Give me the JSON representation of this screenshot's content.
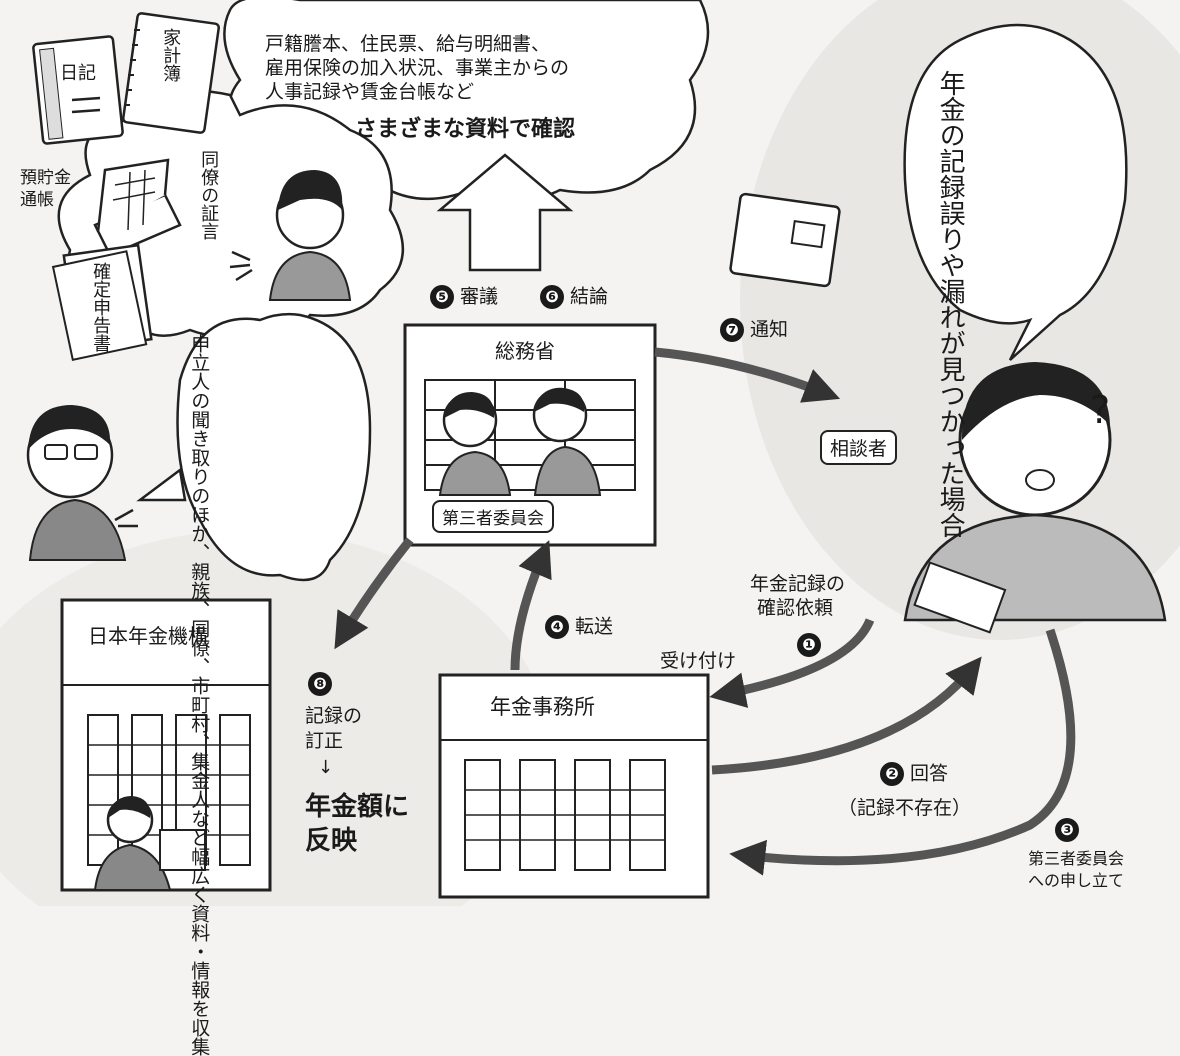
{
  "cloud_sources": {
    "line1": "戸籍謄本、住民票、給与明細書、",
    "line2": "雇用保険の加入状況、事業主からの",
    "line3": "人事記録や賃金台帳など",
    "line4": "さまざまな資料で確認"
  },
  "items": {
    "diary": "日記",
    "household_ledger": "家計簿",
    "savings_passbook_1": "預貯金",
    "savings_passbook_2": "通帳",
    "tax_return": "確定申告書",
    "colleague_testimony": "同僚の証言"
  },
  "investigator_bubble": "申立人の聞き取りのほか、親族、同僚、市町村、集金人など幅広く資料・情報を収集",
  "consultor_bubble": "年金の記録誤りや漏れが見つかった場合",
  "ministry": {
    "name": "総務省",
    "committee": "第三者委員会"
  },
  "pension_org": "日本年金機構",
  "pension_office": "年金事務所",
  "consultor_label": "相談者",
  "question_mark": "?",
  "steps": {
    "s1": {
      "num": "❶",
      "label": "年金記録の確認依頼",
      "l1": "年金記録の",
      "l2": "確認依頼"
    },
    "receive": "受け付け",
    "s2": {
      "num": "❷",
      "label": "回答",
      "sub": "（記録不存在）"
    },
    "s3": {
      "num": "❸",
      "l1": "第三者委員会",
      "l2": "への申し立て"
    },
    "s4": {
      "num": "❹",
      "label": "転送"
    },
    "s5": {
      "num": "❺",
      "label": "審議"
    },
    "s6": {
      "num": "❻",
      "label": "結論"
    },
    "s7": {
      "num": "❼",
      "label": "通知"
    },
    "s8": {
      "num": "❽",
      "l1": "記録の",
      "l2": "訂正",
      "arrow": "↓",
      "l3": "年金額に",
      "l4": "反映"
    }
  }
}
